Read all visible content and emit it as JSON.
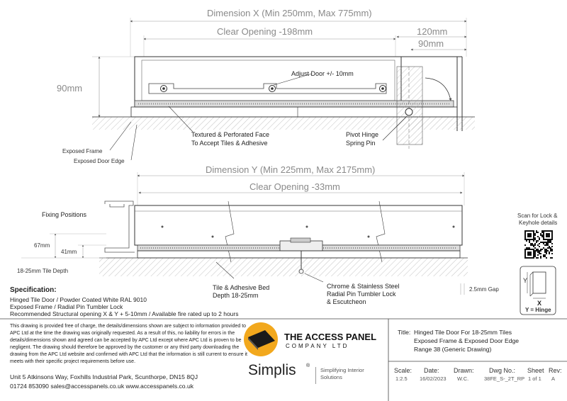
{
  "drawing": {
    "dimension_x": "Dimension X (Min 250mm, Max 775mm)",
    "clear_opening_x": "Clear Opening -198mm",
    "dim_120": "120mm",
    "dim_90_top": "90mm",
    "dim_90_left": "90mm",
    "adjust_door": "Adjust Door +/- 10mm",
    "textured_face_1": "Textured & Perforated Face",
    "textured_face_2": "To Accept Tiles & Adhesive",
    "pivot_hinge_1": "Pivot Hinge",
    "pivot_hinge_2": "Spring Pin",
    "exposed_frame": "Exposed Frame",
    "exposed_door_edge": "Exposed Door Edge",
    "dimension_y": "Dimension Y (Min 225mm, Max 2175mm)",
    "clear_opening_y": "Clear Opening -33mm",
    "fixing_positions": "Fixing Positions",
    "dim_67": "67mm",
    "dim_41": "41mm",
    "tile_depth": "18-25mm Tile Depth",
    "tile_bed_1": "Tile & Adhesive Bed",
    "tile_bed_2": "Depth 18-25mm",
    "lock_1": "Chrome & Stainless Steel",
    "lock_2": "Radial Pin Tumbler Lock",
    "lock_3": "& Escutcheon",
    "gap": "2.5mm Gap",
    "scan_1": "Scan for Lock &",
    "scan_2": "Keyhole details",
    "key_y": "Y",
    "key_x": "X",
    "key_hinge": "Y = Hinge"
  },
  "specification": {
    "heading": "Specification:",
    "line1": "Hinged Tile Door / Powder Coated White RAL 9010",
    "line2": "Exposed Frame / Radial Pin Tumbler Lock",
    "line3": "Recommended Structural opening X & Y + 5-10mm / Available fire rated up to 2 hours"
  },
  "disclaimer": "This drawing is provided free of charge, the details/dimensions shown are subject to information provided to APC Ltd at the time the drawing was originally requested. As a result of this, no liability for errors in the details/dimensions shown and agreed can be accepted by APC Ltd except where APC Ltd is proven to be negligent. The drawing should therefore be approved by the customer or any third party downloading the drawing from the APC Ltd website and confirmed with APC Ltd that the information is still current to ensure it meets with their specific project requirements before use.",
  "address": "Unit 5 Atkinsons Way, Foxhills Industrial Park, Scunthorpe, DN15 8QJ",
  "contact": "01724 853090   sales@accesspanels.co.uk   www.accesspanels.co.uk",
  "brand": {
    "name_1": "THE ACCESS PANEL",
    "name_2": "COMPANY LTD",
    "simplis": "Simplis",
    "reg": "®",
    "tagline_1": "Simplifying Interior",
    "tagline_2": "Solutions",
    "accent_color": "#f2a81d"
  },
  "title_block": {
    "title_label": "Title:",
    "title_1": "Hinged Tile Door For 18-25mm Tiles",
    "title_2": "Exposed Frame & Exposed Door Edge",
    "title_3": "Range 38 (Generic Drawing)",
    "headers": [
      "Scale:",
      "Date:",
      "Drawn:",
      "Dwg No.:",
      "Sheet",
      "Rev:"
    ],
    "values": [
      "1:2.5",
      "16/02/2023",
      "W.C.",
      "38FE_S-_2T_RP",
      "1 of 1",
      "A"
    ]
  }
}
